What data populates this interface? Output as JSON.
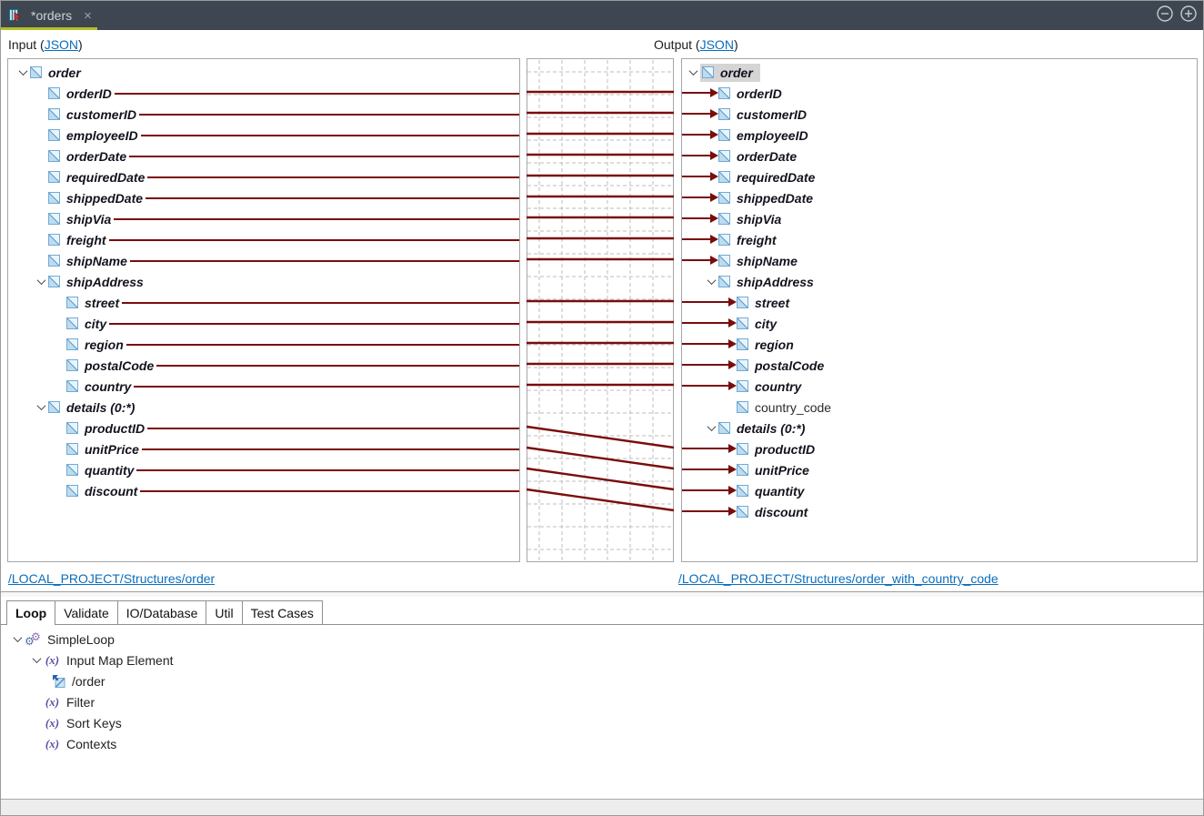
{
  "titlebar": {
    "tab_title": "*orders",
    "close_icon": "×"
  },
  "panes": {
    "input_label_prefix": "Input (",
    "input_format_link": "JSON",
    "input_label_suffix": ")",
    "output_label_prefix": "Output (",
    "output_format_link": "JSON",
    "output_label_suffix": ")"
  },
  "input_tree": {
    "source_path_link": "/LOCAL_PROJECT/Structures/order",
    "nodes": [
      {
        "label": "order",
        "level": 0,
        "expanded": true,
        "mapped": false
      },
      {
        "label": "orderID",
        "level": 1,
        "mapped": true
      },
      {
        "label": "customerID",
        "level": 1,
        "mapped": true
      },
      {
        "label": "employeeID",
        "level": 1,
        "mapped": true
      },
      {
        "label": "orderDate",
        "level": 1,
        "mapped": true
      },
      {
        "label": "requiredDate",
        "level": 1,
        "mapped": true
      },
      {
        "label": "shippedDate",
        "level": 1,
        "mapped": true
      },
      {
        "label": "shipVia",
        "level": 1,
        "mapped": true
      },
      {
        "label": "freight",
        "level": 1,
        "mapped": true
      },
      {
        "label": "shipName",
        "level": 1,
        "mapped": true
      },
      {
        "label": "shipAddress",
        "level": 1,
        "expanded": true,
        "mapped": false
      },
      {
        "label": "street",
        "level": 2,
        "mapped": true
      },
      {
        "label": "city",
        "level": 2,
        "mapped": true
      },
      {
        "label": "region",
        "level": 2,
        "mapped": true
      },
      {
        "label": "postalCode",
        "level": 2,
        "mapped": true
      },
      {
        "label": "country",
        "level": 2,
        "mapped": true
      },
      {
        "label": "details (0:*)",
        "level": 1,
        "expanded": true,
        "mapped": false
      },
      {
        "label": "productID",
        "level": 2,
        "mapped": true
      },
      {
        "label": "unitPrice",
        "level": 2,
        "mapped": true
      },
      {
        "label": "quantity",
        "level": 2,
        "mapped": true
      },
      {
        "label": "discount",
        "level": 2,
        "mapped": true
      }
    ]
  },
  "output_tree": {
    "source_path_link": "/LOCAL_PROJECT/Structures/order_with_country_code",
    "selected_node": "order",
    "nodes": [
      {
        "label": "order",
        "level": 0,
        "expanded": true,
        "mapped": false,
        "selected": true
      },
      {
        "label": "orderID",
        "level": 1,
        "mapped": true
      },
      {
        "label": "customerID",
        "level": 1,
        "mapped": true
      },
      {
        "label": "employeeID",
        "level": 1,
        "mapped": true
      },
      {
        "label": "orderDate",
        "level": 1,
        "mapped": true
      },
      {
        "label": "requiredDate",
        "level": 1,
        "mapped": true
      },
      {
        "label": "shippedDate",
        "level": 1,
        "mapped": true
      },
      {
        "label": "shipVia",
        "level": 1,
        "mapped": true
      },
      {
        "label": "freight",
        "level": 1,
        "mapped": true
      },
      {
        "label": "shipName",
        "level": 1,
        "mapped": true
      },
      {
        "label": "shipAddress",
        "level": 1,
        "expanded": true,
        "mapped": false
      },
      {
        "label": "street",
        "level": 2,
        "mapped": true
      },
      {
        "label": "city",
        "level": 2,
        "mapped": true
      },
      {
        "label": "region",
        "level": 2,
        "mapped": true
      },
      {
        "label": "postalCode",
        "level": 2,
        "mapped": true
      },
      {
        "label": "country",
        "level": 2,
        "mapped": true
      },
      {
        "label": "country_code",
        "level": 2,
        "mapped": false,
        "plain": true
      },
      {
        "label": "details (0:*)",
        "level": 1,
        "expanded": true,
        "mapped": false
      },
      {
        "label": "productID",
        "level": 2,
        "mapped": true
      },
      {
        "label": "unitPrice",
        "level": 2,
        "mapped": true
      },
      {
        "label": "quantity",
        "level": 2,
        "mapped": true
      },
      {
        "label": "discount",
        "level": 2,
        "mapped": true
      }
    ]
  },
  "mappings": [
    {
      "from": "orderID",
      "to": "orderID"
    },
    {
      "from": "customerID",
      "to": "customerID"
    },
    {
      "from": "employeeID",
      "to": "employeeID"
    },
    {
      "from": "orderDate",
      "to": "orderDate"
    },
    {
      "from": "requiredDate",
      "to": "requiredDate"
    },
    {
      "from": "shippedDate",
      "to": "shippedDate"
    },
    {
      "from": "shipVia",
      "to": "shipVia"
    },
    {
      "from": "freight",
      "to": "freight"
    },
    {
      "from": "shipName",
      "to": "shipName"
    },
    {
      "from": "street",
      "to": "street"
    },
    {
      "from": "city",
      "to": "city"
    },
    {
      "from": "region",
      "to": "region"
    },
    {
      "from": "postalCode",
      "to": "postalCode"
    },
    {
      "from": "country",
      "to": "country"
    },
    {
      "from": "productID",
      "to": "productID"
    },
    {
      "from": "unitPrice",
      "to": "unitPrice"
    },
    {
      "from": "quantity",
      "to": "quantity"
    },
    {
      "from": "discount",
      "to": "discount"
    }
  ],
  "bottom_panel": {
    "tabs": [
      {
        "label": "Loop",
        "active": true
      },
      {
        "label": "Validate",
        "active": false
      },
      {
        "label": "IO/Database",
        "active": false
      },
      {
        "label": "Util",
        "active": false
      },
      {
        "label": "Test Cases",
        "active": false
      }
    ],
    "tree": [
      {
        "label": "SimpleLoop",
        "icon": "gears-icon",
        "level": 0,
        "expanded": true
      },
      {
        "label": "Input Map Element",
        "icon": "function-icon",
        "level": 1,
        "expanded": true
      },
      {
        "label": "/order",
        "icon": "mapped-element-icon",
        "level": 2
      },
      {
        "label": "Filter",
        "icon": "function-icon",
        "level": 1
      },
      {
        "label": "Sort Keys",
        "icon": "function-icon",
        "level": 1
      },
      {
        "label": "Contexts",
        "icon": "function-icon",
        "level": 1
      }
    ]
  }
}
